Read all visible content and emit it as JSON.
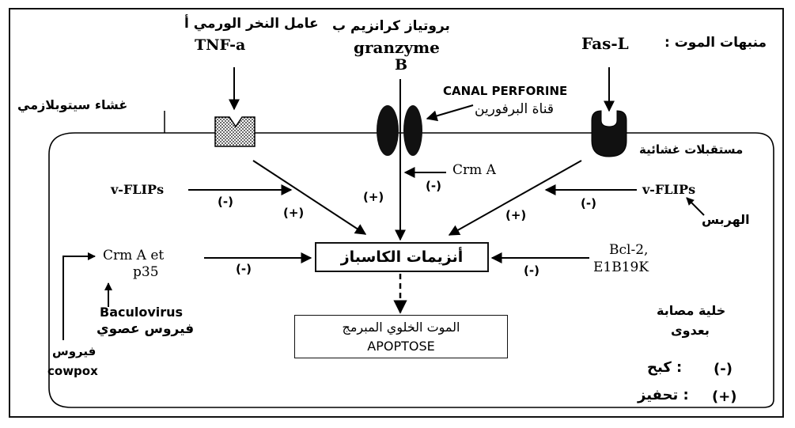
{
  "top": {
    "tnf_ar": "عامل النخر الورمي أ",
    "tnf_lat": "TNF-a",
    "granzyme_ar": "بروتياز كرانزيم ب",
    "granzyme_lat": "granzyme",
    "granzyme_b": "B",
    "fas_ar": "منبهات الموت :",
    "fas_lat": "Fas-L"
  },
  "membrane": {
    "label_ar": "غشاء سيتوبلازمي",
    "perforin_fr": "CANAL PERFORINE",
    "perforin_ar": "قناة البرفورين",
    "receptors_ar": "مستقبلات غشائية"
  },
  "inhibitors": {
    "vflips_left": "v-FLIPs",
    "vflips_right": "v-FLIPs",
    "crma": "Crm A",
    "crma_p35_line1": "Crm A et",
    "crma_p35_line2": "p35",
    "bcl2_line1": "Bcl-2,",
    "bcl2_line2": "E1B19K",
    "baculovirus": "Baculovirus",
    "baculovirus_ar": "فيروس عصوي",
    "cowpox_ar": "فيروس",
    "cowpox_lat": "cowpox",
    "herpes_ar": "الهربس"
  },
  "signs": {
    "minus": "(-)",
    "plus": "(+)"
  },
  "center": {
    "caspases_ar": "أنزيمات الكاسباز",
    "apoptose_ar": "الموت الخلوي المبرمج",
    "apoptose_fr": "APOPTOSE"
  },
  "legend": {
    "infected_line1": "خلية مصابة",
    "infected_line2": "بعدوى",
    "minus_key": "(-)",
    "minus_label": ": كبح",
    "plus_key": "(+)",
    "plus_label": ": تحفيز"
  }
}
